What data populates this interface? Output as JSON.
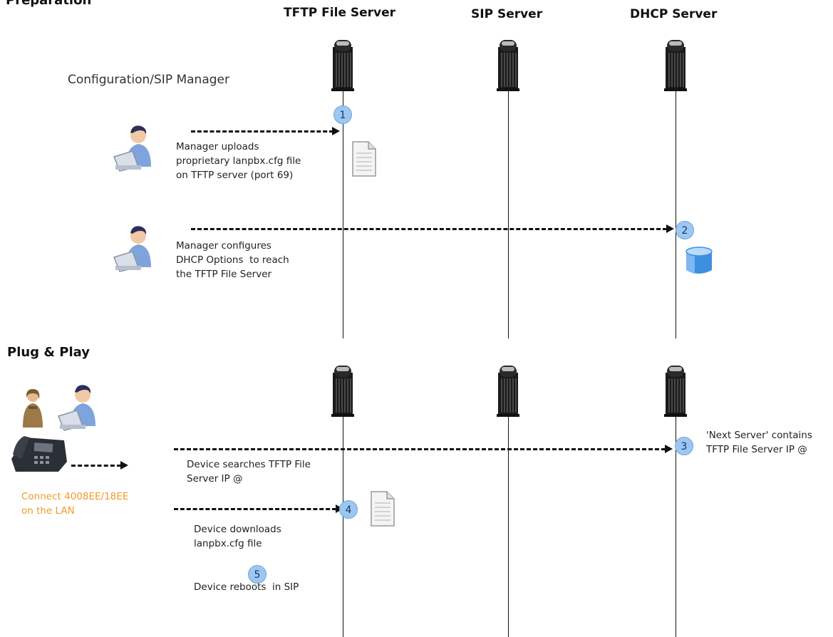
{
  "sections": {
    "preparation": "Preparation",
    "plug_and_play": "Plug & Play"
  },
  "servers": {
    "tftp": "TFTP File Server",
    "sip": "SIP Server",
    "dhcp": "DHCP Server"
  },
  "role": "Configuration/SIP Manager",
  "steps": {
    "s1": "1",
    "s2": "2",
    "s3": "3",
    "s4": "4",
    "s5": "5"
  },
  "notes": {
    "upload": "Manager uploads\nproprietary lanpbx.cfg file\non TFTP server (port 69)",
    "dhcp_config": "Manager configures\nDHCP Options  to reach\nthe TFTP File Server",
    "next_server": "'Next Server' contains\nTFTP File Server IP @",
    "device_search": "Device searches TFTP File\nServer IP @",
    "connect": "Connect 4008EE/18EE\non the LAN",
    "download": "Device downloads\nlanpbx.cfg file",
    "reboot": "Device reboots  in SIP"
  },
  "colors": {
    "step_fill": "#9cc7f2",
    "connect_text": "#f09a2a",
    "person_shirt": "#7fa4dc"
  },
  "icons": [
    "server-tower-icon",
    "person-laptop-icon",
    "document-icon",
    "database-icon",
    "desk-phone-icon",
    "woman-icon"
  ]
}
